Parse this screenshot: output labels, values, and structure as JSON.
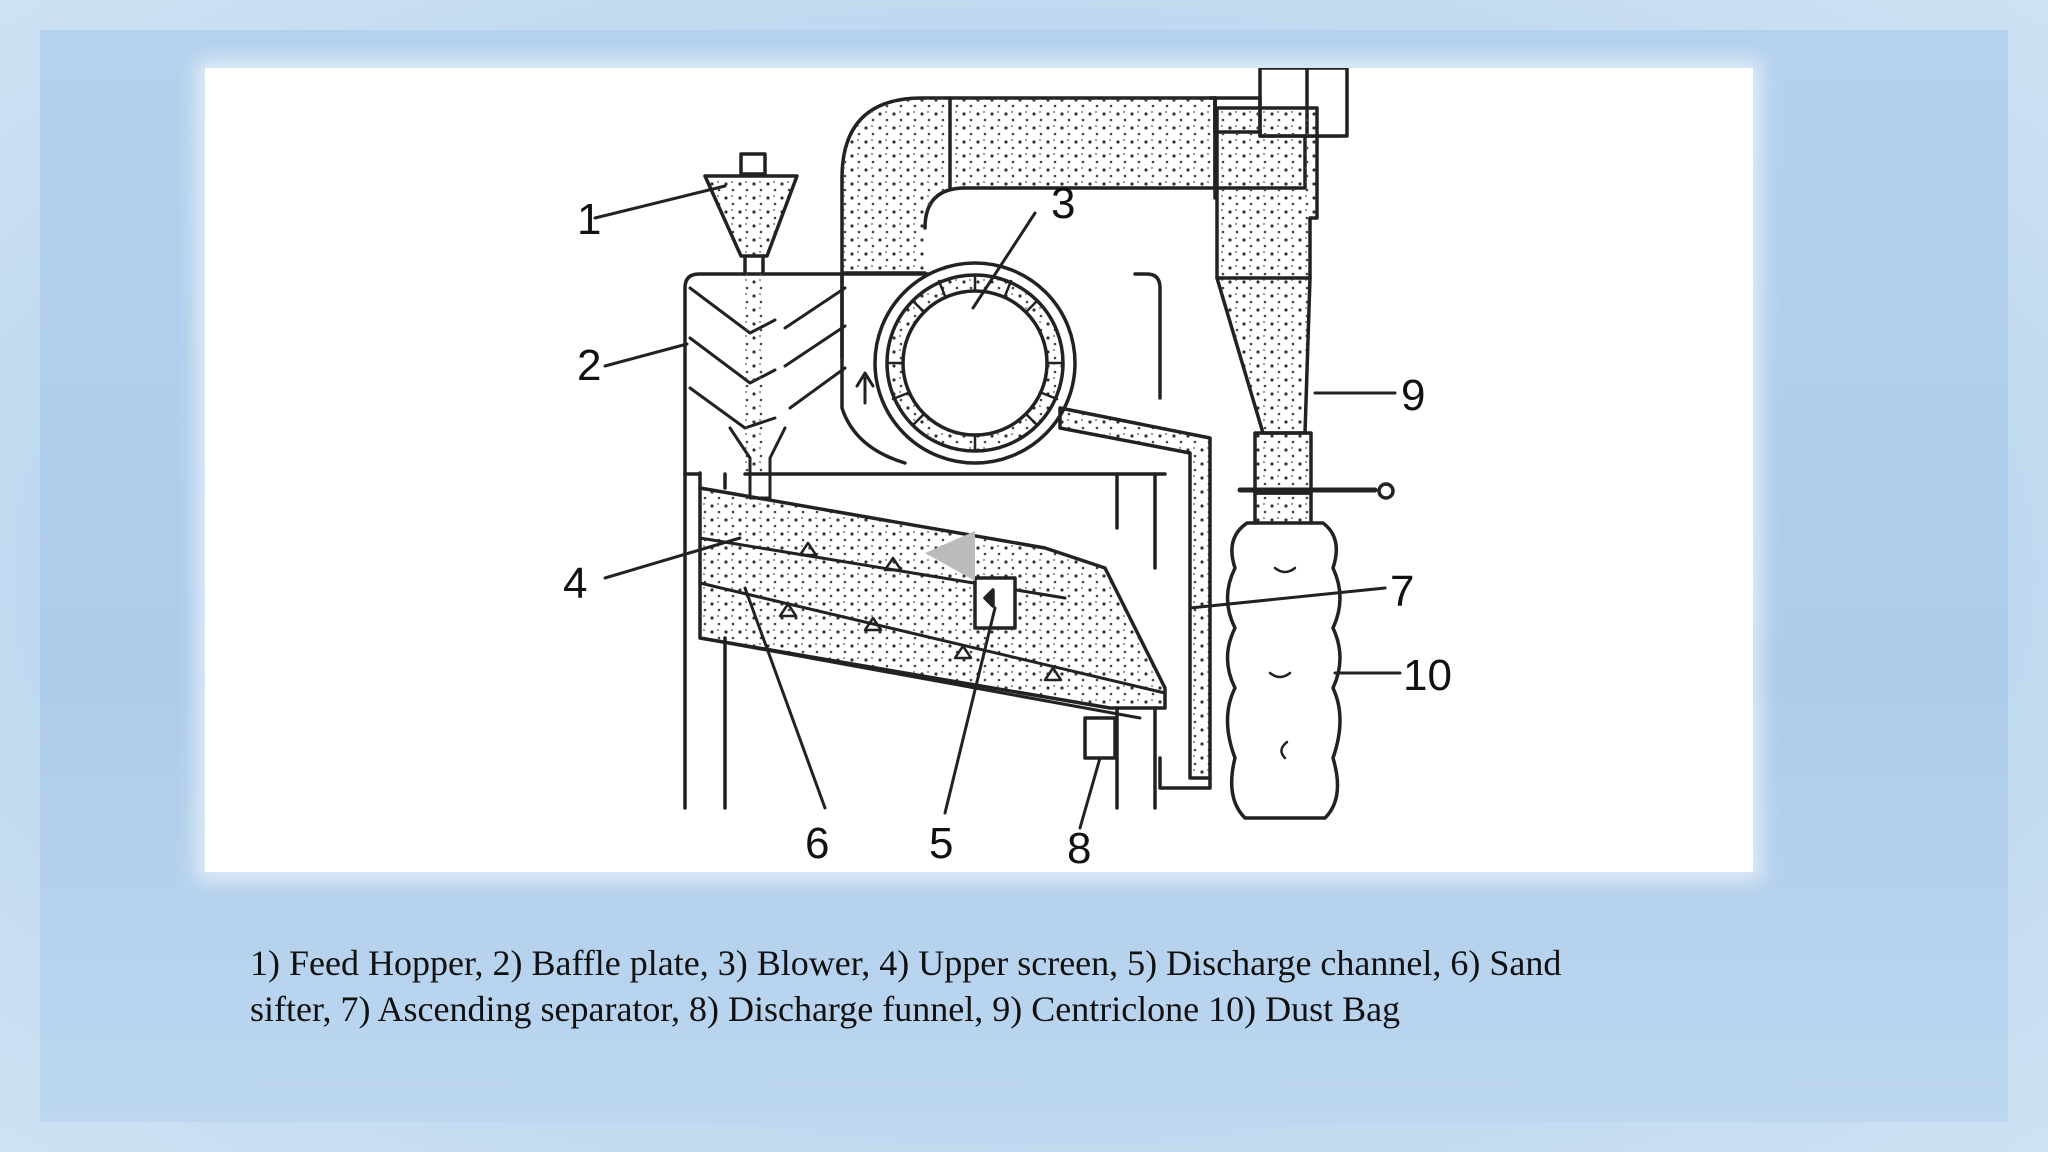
{
  "diagram": {
    "labels": [
      "1",
      "2",
      "3",
      "4",
      "5",
      "6",
      "7",
      "8",
      "9",
      "10"
    ]
  },
  "caption": {
    "line1": "1) Feed Hopper, 2) Baffle plate, 3) Blower, 4) Upper screen, 5) Discharge channel, 6) Sand",
    "line2": "sifter, 7) Ascending separator, 8) Discharge funnel, 9) Centriclone 10) Dust Bag"
  }
}
